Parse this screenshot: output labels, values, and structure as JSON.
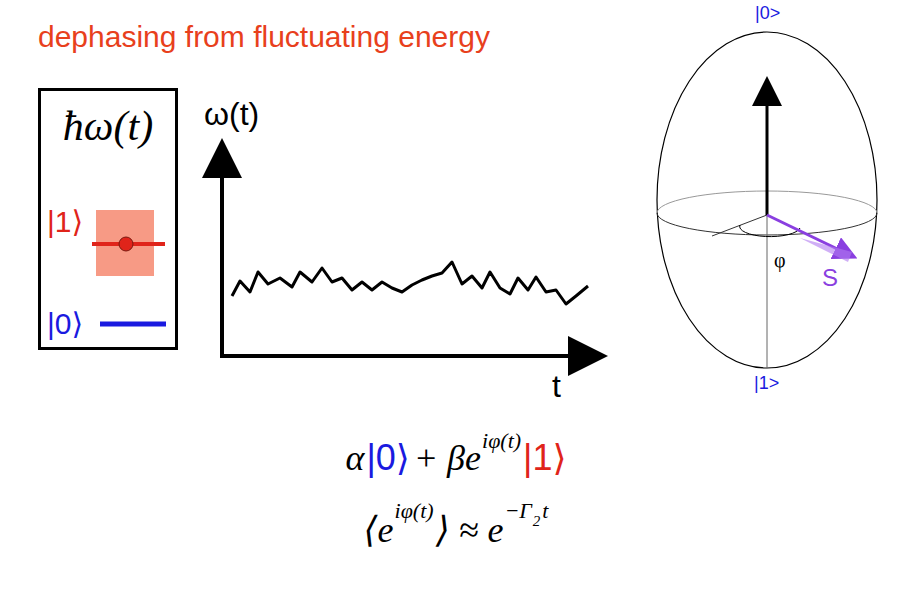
{
  "diagram": {
    "title": "dephasing from fluctuating energy",
    "nodes": [
      {
        "text": [
          "ħω(t)",
          "|1⟩",
          "|0⟩"
        ]
      }
    ],
    "labels": [
      "ω(t)",
      "t",
      "|0>",
      "|1>",
      "φ",
      "S",
      "α",
      "|0⟩",
      "+ βe",
      "iφ(t)",
      "|1⟩",
      "⟨e",
      "iφ(t)",
      "⟩ ≈ e",
      "−Γ",
      "2",
      "t"
    ]
  }
}
